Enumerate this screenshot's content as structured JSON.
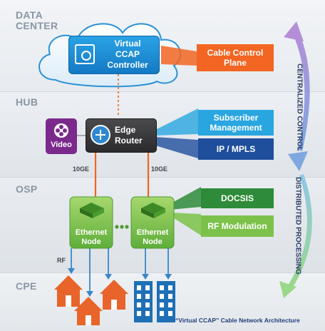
{
  "tiers": {
    "data_center": [
      "DATA",
      "CENTER"
    ],
    "hub": "HUB",
    "osp": "OSP",
    "cpe": "CPE"
  },
  "nodes": {
    "virtual_ccap": [
      "Virtual",
      "CCAP",
      "Controller"
    ],
    "cable_control": [
      "Cable Control",
      "Plane"
    ],
    "subscriber_mgmt": [
      "Subscriber",
      "Management"
    ],
    "ip_mpls": "IP / MPLS",
    "video": "Video",
    "edge_router": [
      "Edge",
      "Router"
    ],
    "docsis": "DOCSIS",
    "rf_modulation": "RF Modulation",
    "ethernet_node_1": [
      "Ethernet",
      "Node"
    ],
    "ethernet_node_2": [
      "Ethernet",
      "Node"
    ]
  },
  "links": {
    "left_10ge": "10GE",
    "right_10ge": "10GE",
    "rf": "RF"
  },
  "side_labels": {
    "centralized": "CENTRALIZED CONTROL",
    "distributed": "DISTRIBUTED PROCESSING"
  },
  "caption": "“Virtual CCAP” Cable Network Architecture",
  "colors": {
    "cloud_blue": "#1b8ed8",
    "orange": "#f26522",
    "sky_blue": "#29a6e0",
    "navy": "#1f4e9c",
    "purple": "#7b2a8c",
    "router_dark": "#3a3a3c",
    "green_dark": "#2e8b3a",
    "green_light": "#7cc24a",
    "house_orange": "#e8642a",
    "building_blue": "#1e6fb5"
  }
}
